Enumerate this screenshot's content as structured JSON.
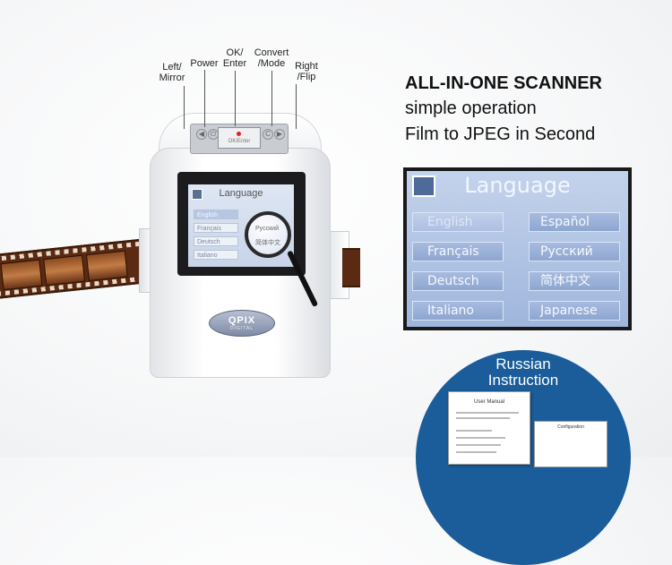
{
  "callouts": {
    "left_mirror": "Left/\nMirror",
    "power": "Power",
    "ok_enter": "OK/\nEnter",
    "convert_mode": "Convert\n/Mode",
    "right_flip": "Right\n/Flip"
  },
  "device": {
    "button_window_label": "OK/Enter",
    "brand_logo": "QPIX",
    "brand_sub": "DIGITAL",
    "small_screen": {
      "title": "Language",
      "items": [
        "English",
        "Français",
        "Deutsch",
        "Italiano"
      ],
      "magnified": [
        "Русский",
        "简体中文"
      ]
    }
  },
  "headline": {
    "title": "ALL-IN-ONE SCANNER",
    "line1": "simple operation",
    "line2": "Film to JPEG in Second"
  },
  "language_screen": {
    "title": "Language",
    "options": [
      {
        "label": "English",
        "selected": true
      },
      {
        "label": "Español",
        "selected": false
      },
      {
        "label": "Français",
        "selected": false
      },
      {
        "label": "Русский",
        "selected": false
      },
      {
        "label": "Deutsch",
        "selected": false
      },
      {
        "label": "简体中文",
        "selected": false
      },
      {
        "label": "Italiano",
        "selected": false
      },
      {
        "label": "Japanese",
        "selected": false
      }
    ]
  },
  "badge": {
    "text": "Russian\nInstruction",
    "manual_title": "User Manual",
    "manual2_title": "Configuration"
  },
  "colors": {
    "badge_blue": "#1a5d9a",
    "screen_blue": "#9fb6dc"
  }
}
